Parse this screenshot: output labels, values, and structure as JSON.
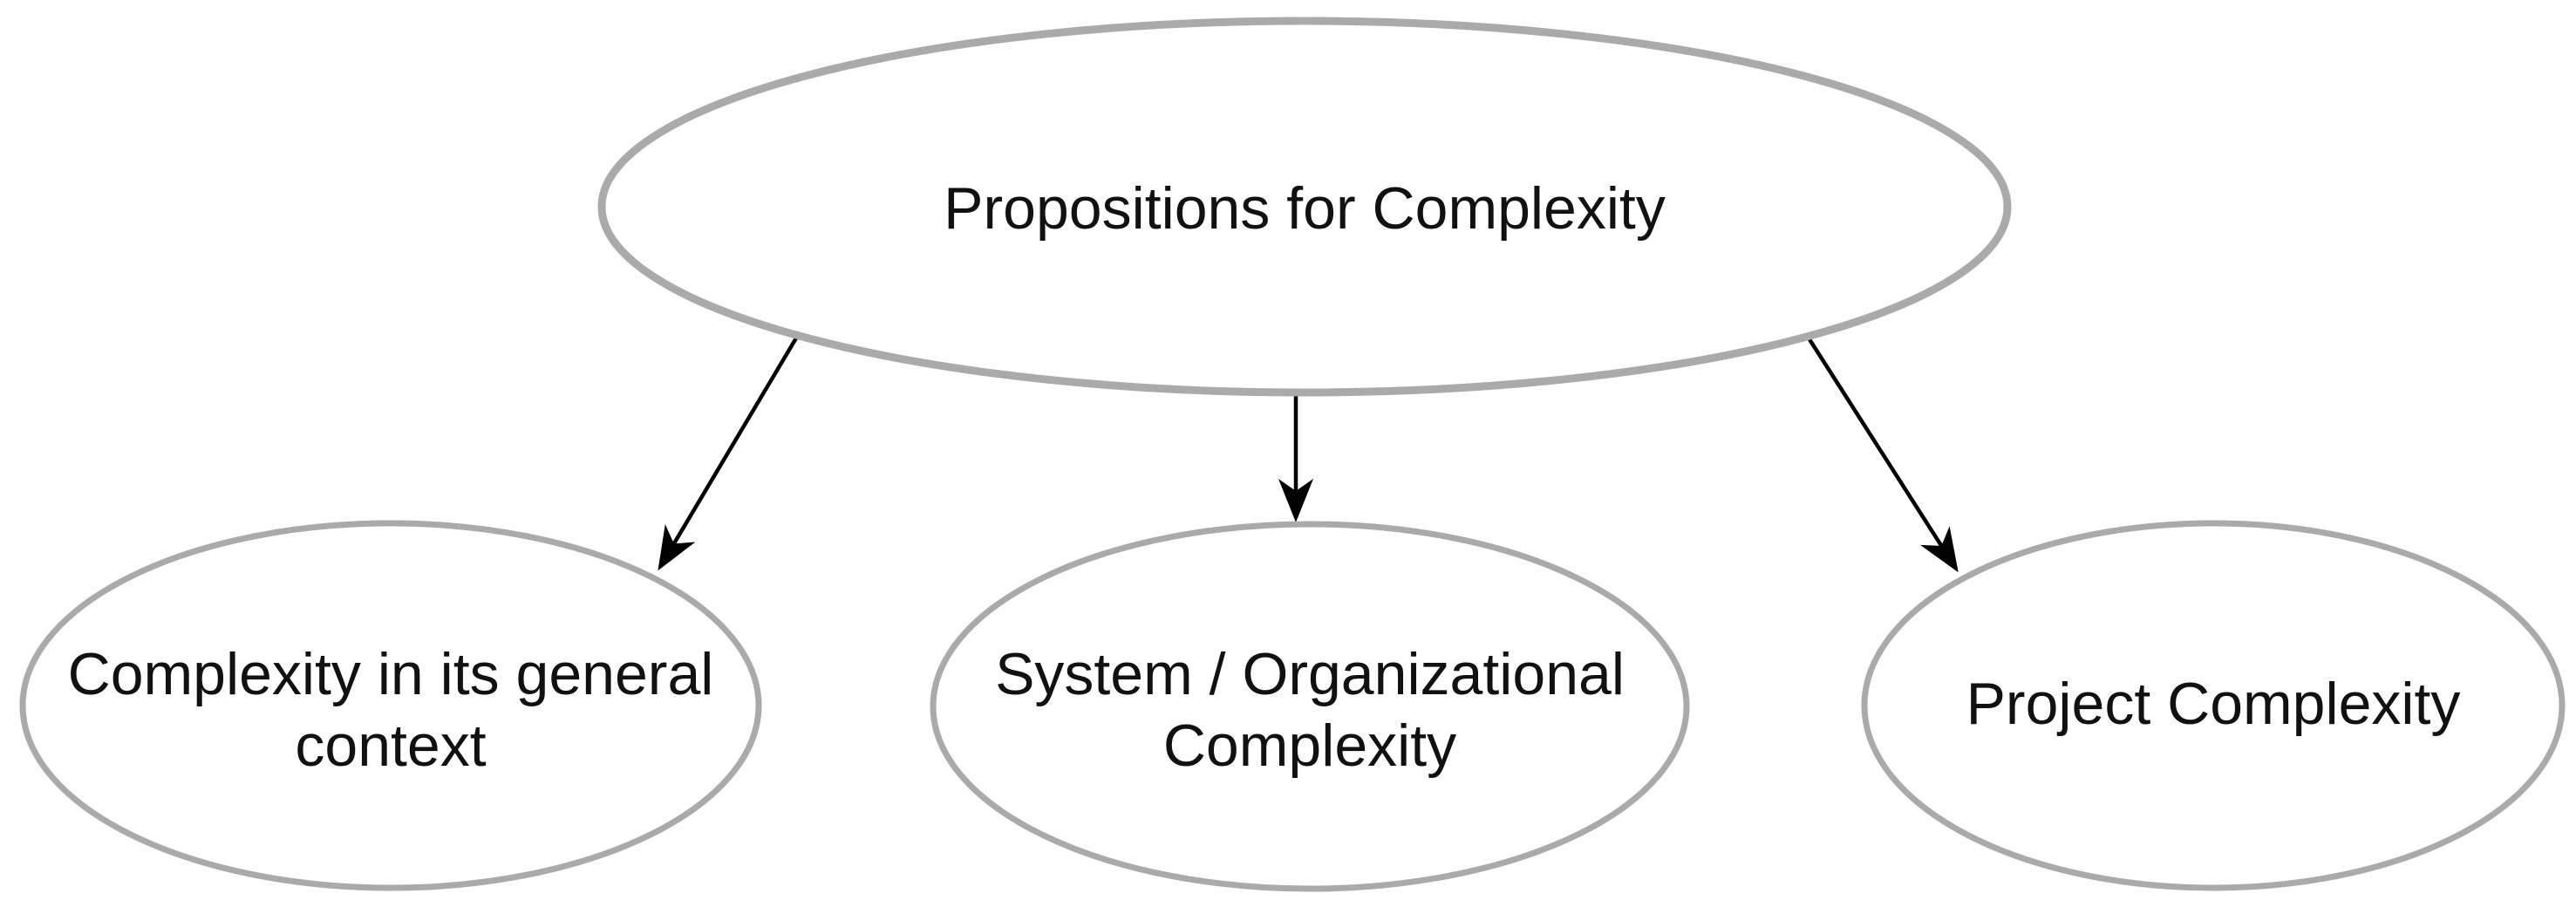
{
  "diagram": {
    "background_color": "#ffffff",
    "node_border_color": "#aaaaaa",
    "node_fill_color": "#ffffff",
    "arrow_color": "#000000",
    "text_color": "#111111",
    "nodes": {
      "root": {
        "label": "Propositions for Complexity",
        "lines": [
          "Propositions for Complexity"
        ]
      },
      "left": {
        "label": "Complexity in its general context",
        "lines": [
          "Complexity in its general",
          "context"
        ]
      },
      "middle": {
        "label": "System / Organizational Complexity",
        "lines": [
          "System / Organizational",
          "Complexity"
        ]
      },
      "right": {
        "label": "Project Complexity",
        "lines": [
          "Project Complexity"
        ]
      }
    },
    "edges": [
      {
        "from": "Propositions for Complexity",
        "to": "Complexity in its general context"
      },
      {
        "from": "Propositions for Complexity",
        "to": "System / Organizational Complexity"
      },
      {
        "from": "Propositions for Complexity",
        "to": "Project Complexity"
      }
    ]
  }
}
